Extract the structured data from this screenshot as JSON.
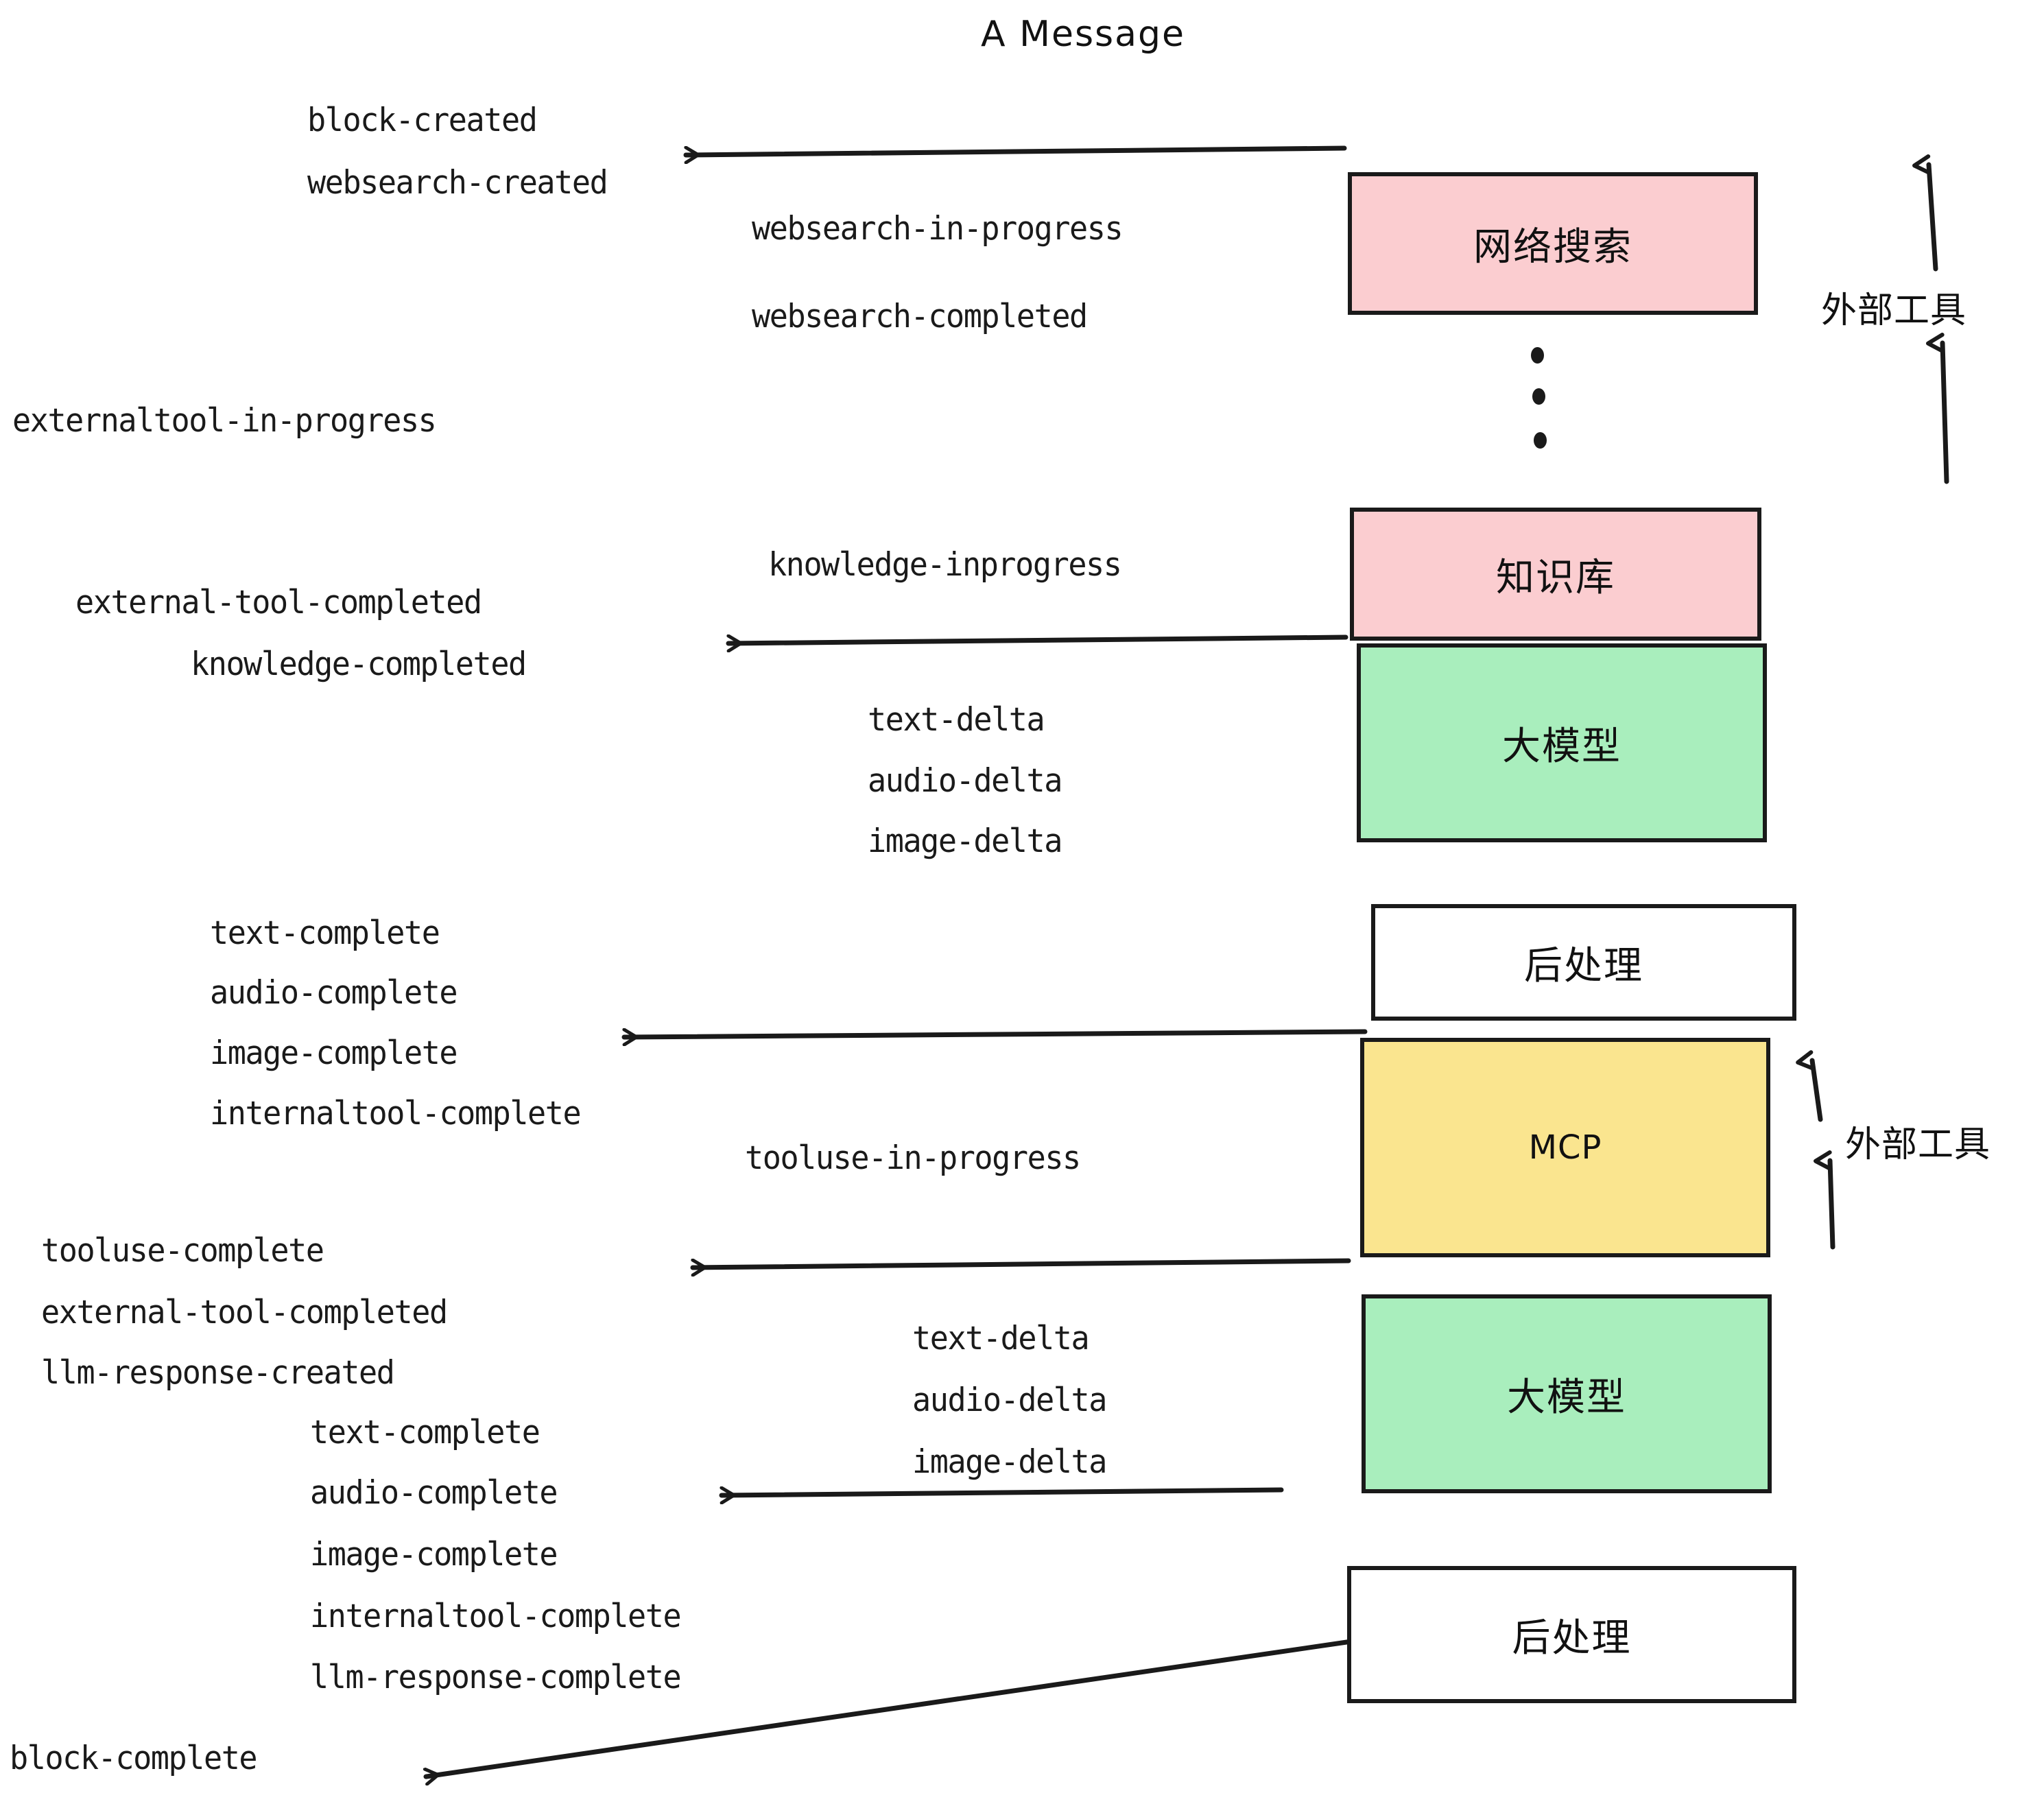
{
  "title": "A Message",
  "colors": {
    "pink": "#fbcdd0",
    "green": "#a9eebd",
    "yellow": "#fae58f",
    "white": "#ffffff",
    "stroke": "#1a1a1a",
    "text": "#1a1a1a"
  },
  "nodes": [
    {
      "id": "websearch",
      "label": "网络搜索",
      "fill": "#fbcdd0",
      "kind": "cjk"
    },
    {
      "id": "knowledge",
      "label": "知识库",
      "fill": "#fbcdd0",
      "kind": "cjk"
    },
    {
      "id": "llm-1",
      "label": "大模型",
      "fill": "#a9eebd",
      "kind": "cjk"
    },
    {
      "id": "postprocess-1",
      "label": "后处理",
      "fill": "#ffffff",
      "kind": "cjk"
    },
    {
      "id": "mcp",
      "label": "MCP",
      "fill": "#fae58f",
      "kind": "latin"
    },
    {
      "id": "llm-2",
      "label": "大模型",
      "fill": "#a9eebd",
      "kind": "cjk"
    },
    {
      "id": "postprocess-2",
      "label": "后处理",
      "fill": "#ffffff",
      "kind": "cjk"
    }
  ],
  "group_labels": [
    {
      "id": "external-tools-top",
      "label": "外部工具"
    },
    {
      "id": "external-tools-bottom",
      "label": "外部工具"
    }
  ],
  "events": [
    {
      "id": "block-created",
      "text": "block-created"
    },
    {
      "id": "websearch-created",
      "text": "websearch-created"
    },
    {
      "id": "websearch-in-progress",
      "text": "websearch-in-progress"
    },
    {
      "id": "websearch-completed",
      "text": "websearch-completed"
    },
    {
      "id": "externaltool-in-progress",
      "text": "externaltool-in-progress"
    },
    {
      "id": "knowledge-inprogress",
      "text": "knowledge-inprogress"
    },
    {
      "id": "external-tool-completed-1",
      "text": "external-tool-completed"
    },
    {
      "id": "knowledge-completed",
      "text": "knowledge-completed"
    },
    {
      "id": "text-delta-1",
      "text": "text-delta"
    },
    {
      "id": "audio-delta-1",
      "text": "audio-delta"
    },
    {
      "id": "image-delta-1",
      "text": "image-delta"
    },
    {
      "id": "text-complete-1",
      "text": "text-complete"
    },
    {
      "id": "audio-complete-1",
      "text": "audio-complete"
    },
    {
      "id": "image-complete-1",
      "text": "image-complete"
    },
    {
      "id": "internaltool-complete-1",
      "text": "internaltool-complete"
    },
    {
      "id": "tooluse-in-progress",
      "text": "tooluse-in-progress"
    },
    {
      "id": "tooluse-complete",
      "text": "tooluse-complete"
    },
    {
      "id": "external-tool-completed-2",
      "text": "external-tool-completed"
    },
    {
      "id": "llm-response-created",
      "text": "llm-response-created"
    },
    {
      "id": "text-delta-2",
      "text": "text-delta"
    },
    {
      "id": "audio-delta-2",
      "text": "audio-delta"
    },
    {
      "id": "image-delta-2",
      "text": "image-delta"
    },
    {
      "id": "text-complete-2",
      "text": "text-complete"
    },
    {
      "id": "audio-complete-2",
      "text": "audio-complete"
    },
    {
      "id": "image-complete-2",
      "text": "image-complete"
    },
    {
      "id": "internaltool-complete-2",
      "text": "internaltool-complete"
    },
    {
      "id": "llm-response-complete",
      "text": "llm-response-complete"
    },
    {
      "id": "block-complete",
      "text": "block-complete"
    }
  ]
}
